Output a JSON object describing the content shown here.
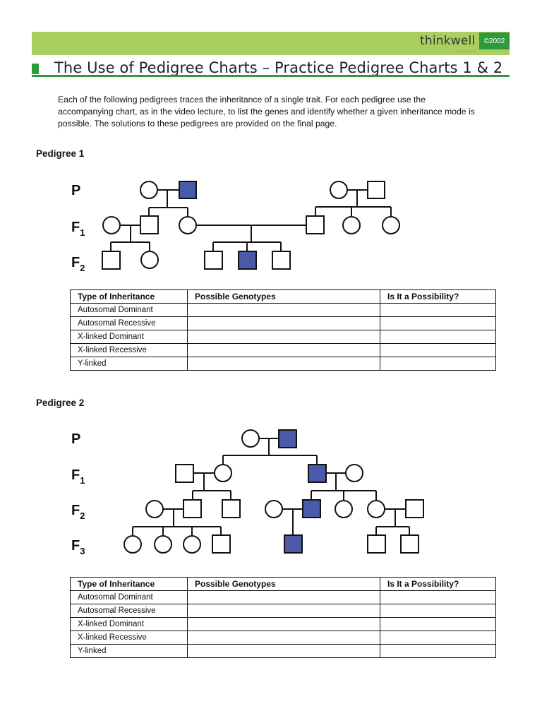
{
  "header": {
    "brand": "thinkwell",
    "copyright": "©2002",
    "title": "The Use of Pedigree Charts – Practice Pedigree Charts 1 & 2"
  },
  "intro": "Each of the following pedigrees traces the inheritance of a single trait. For each pedigree use the accompanying chart, as in the video lecture, to list the genes and identify whether a given inheritance mode is possible. The solutions to these pedigrees are provided on the final page.",
  "generation_labels": {
    "p": "P",
    "f": "F",
    "sub1": "1",
    "sub2": "2",
    "sub3": "3"
  },
  "colors": {
    "affected": "#4a5aa8",
    "green": "#2e9a3c",
    "bar": "#a8cf5f"
  },
  "pedigree1": {
    "label": "Pedigree 1",
    "table": {
      "headers": [
        "Type of Inheritance",
        "Possible Genotypes",
        "Is It a Possibility?"
      ],
      "rows": [
        "Autosomal Dominant",
        "Autosomal Recessive",
        "X-linked Dominant",
        "X-linked Recessive",
        "Y-linked"
      ]
    }
  },
  "pedigree2": {
    "label": "Pedigree 2",
    "table": {
      "headers": [
        "Type of Inheritance",
        "Possible Genotypes",
        "Is It a Possibility?"
      ],
      "rows": [
        "Autosomal Dominant",
        "Autosomal Recessive",
        "X-linked Dominant",
        "X-linked Recessive",
        "Y-linked"
      ]
    }
  }
}
